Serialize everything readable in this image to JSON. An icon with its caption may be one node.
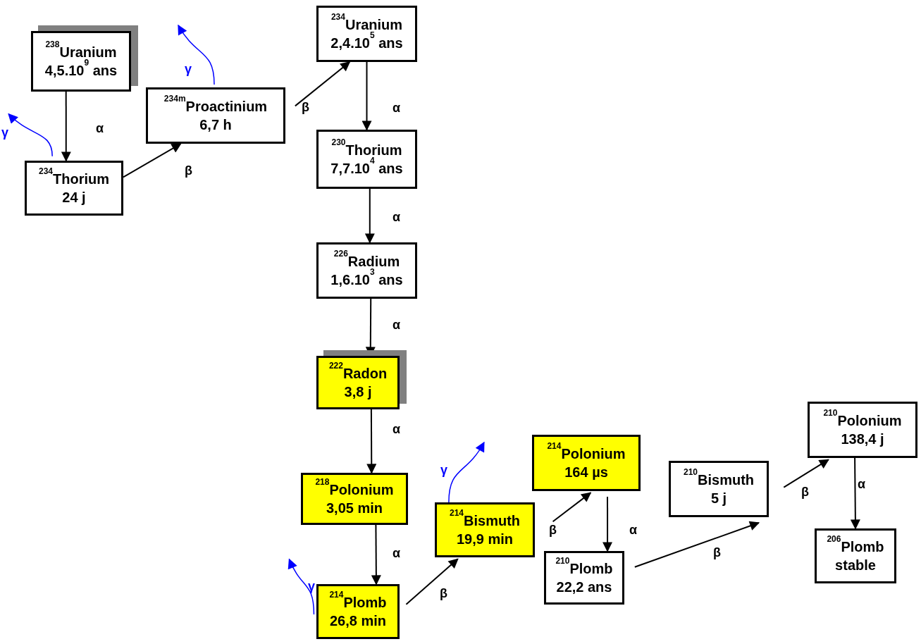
{
  "diagram": {
    "nodes": [
      {
        "text": [
          "$^{238}$Uranium",
          "4,5.10$^{9}$ ans"
        ]
      },
      {
        "text": [
          "$^{234}$Thorium",
          "24 j"
        ]
      },
      {
        "text": [
          "$^{234m}$Proactinium",
          "6,7 h"
        ]
      },
      {
        "text": [
          "$^{234}$Uranium",
          "2,4.10$^{5}$ ans"
        ]
      },
      {
        "text": [
          "$^{230}$Thorium",
          "7,7.10$^{4}$ ans"
        ]
      },
      {
        "text": [
          "$^{226}$Radium",
          "1,6.10$^{3}$ ans"
        ]
      },
      {
        "text": [
          "$^{222}$Radon",
          "3,8 j"
        ]
      },
      {
        "text": [
          "$^{218}$Polonium",
          "3,05 min"
        ]
      },
      {
        "text": [
          "$^{214}$Plomb",
          "26,8 min"
        ]
      },
      {
        "text": [
          "$^{214}$Bismuth",
          "19,9 min"
        ]
      },
      {
        "text": [
          "$^{214}$Polonium",
          "164 µs"
        ]
      },
      {
        "text": [
          "$^{210}$Plomb",
          "22,2 ans"
        ]
      },
      {
        "text": [
          "$^{210}$Bismuth",
          "5 j"
        ]
      },
      {
        "text": [
          "$^{210}$Polonium",
          "138,4 j"
        ]
      },
      {
        "text": [
          "$^{206}$Plomb",
          "stable"
        ]
      }
    ],
    "edges": [
      {
        "from": 0,
        "to": 1,
        "arrow": "to",
        "label": "α"
      },
      {
        "from": 1,
        "to": 2,
        "arrow": "to",
        "label": "β"
      },
      {
        "from": 2,
        "to": 3,
        "arrow": "to",
        "label": "β"
      },
      {
        "from": 3,
        "to": 4,
        "arrow": "to",
        "label": "α"
      },
      {
        "from": 4,
        "to": 5,
        "arrow": "to",
        "label": "α"
      },
      {
        "from": 5,
        "to": 6,
        "arrow": "to",
        "label": "α"
      },
      {
        "from": 6,
        "to": 7,
        "arrow": "to",
        "label": "α"
      },
      {
        "from": 7,
        "to": 8,
        "arrow": "to",
        "label": "α"
      },
      {
        "from": 8,
        "to": 9,
        "arrow": "to",
        "label": "β"
      },
      {
        "from": 9,
        "to": 10,
        "arrow": "to",
        "label": "β"
      },
      {
        "from": 10,
        "to": 11,
        "arrow": "to",
        "label": "α"
      },
      {
        "from": 11,
        "to": 12,
        "arrow": "to",
        "label": "β"
      },
      {
        "from": 12,
        "to": 13,
        "arrow": "to",
        "label": "β"
      },
      {
        "from": 13,
        "to": 14,
        "arrow": "to",
        "label": "α"
      },
      {
        "from": 1,
        "to": null,
        "arrow": "to",
        "label": "γ",
        "color": "#0000ff"
      },
      {
        "from": 2,
        "to": null,
        "arrow": "to",
        "label": "γ",
        "color": "#0000ff"
      },
      {
        "from": 8,
        "to": null,
        "arrow": "to",
        "label": "γ",
        "color": "#0000ff"
      },
      {
        "from": 9,
        "to": null,
        "arrow": "to",
        "label": "γ",
        "color": "#0000ff"
      }
    ]
  }
}
